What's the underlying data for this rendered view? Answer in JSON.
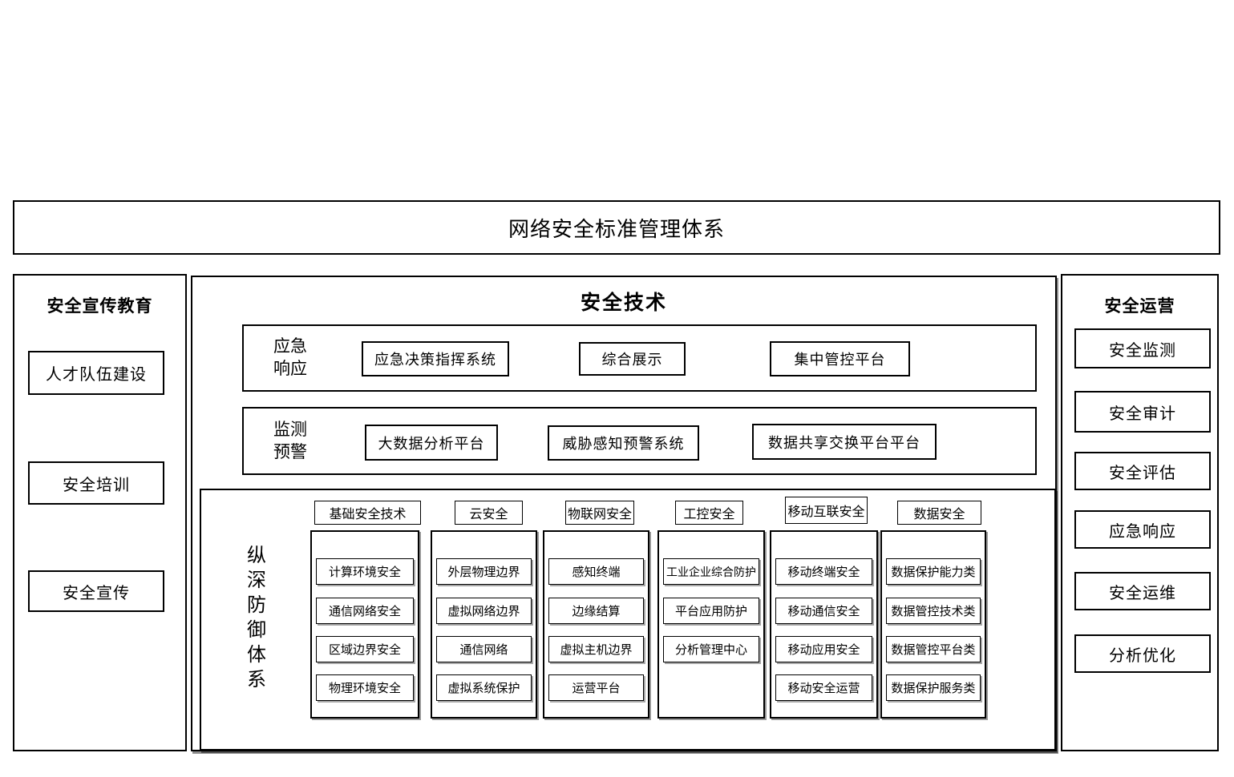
{
  "diagram": {
    "title": "网络安全标准管理体系",
    "colors": {
      "border": "#000000",
      "background": "#ffffff",
      "text": "#000000"
    },
    "left_panel": {
      "title": "安全宣传教育",
      "items": [
        "人才队伍建设",
        "安全培训",
        "安全宣传"
      ]
    },
    "right_panel": {
      "title": "安全运营",
      "items": [
        "安全监测",
        "安全审计",
        "安全评估",
        "应急响应",
        "安全运维",
        "分析优化"
      ]
    },
    "tech": {
      "title": "安全技术",
      "emergency_row": {
        "label": "应急响应",
        "items": [
          "应急决策指挥系统",
          "综合展示",
          "集中管控平台"
        ]
      },
      "monitor_row": {
        "label": "监测预警",
        "items": [
          "大数据分析平台",
          "威胁感知预警系统",
          "数据共享交换平台平台"
        ]
      },
      "defense": {
        "label": "纵深防御体系",
        "columns": [
          {
            "header": "基础安全技术",
            "items": [
              "计算环境安全",
              "通信网络安全",
              "区域边界安全",
              "物理环境安全"
            ]
          },
          {
            "header": "云安全",
            "items": [
              "外层物理边界",
              "虚拟网络边界",
              "通信网络",
              "虚拟系统保护"
            ]
          },
          {
            "header": "物联网安全",
            "items": [
              "感知终端",
              "边缘结算",
              "虚拟主机边界",
              "运营平台"
            ]
          },
          {
            "header": "工控安全",
            "items": [
              "工业企业综合防护",
              "平台应用防护",
              "分析管理中心"
            ]
          },
          {
            "header": "移动互联安全",
            "items": [
              "移动终端安全",
              "移动通信安全",
              "移动应用安全",
              "移动安全运营"
            ]
          },
          {
            "header": "数据安全",
            "items": [
              "数据保护能力类",
              "数据管控技术类",
              "数据管控平台类",
              "数据保护服务类"
            ]
          }
        ]
      }
    }
  }
}
